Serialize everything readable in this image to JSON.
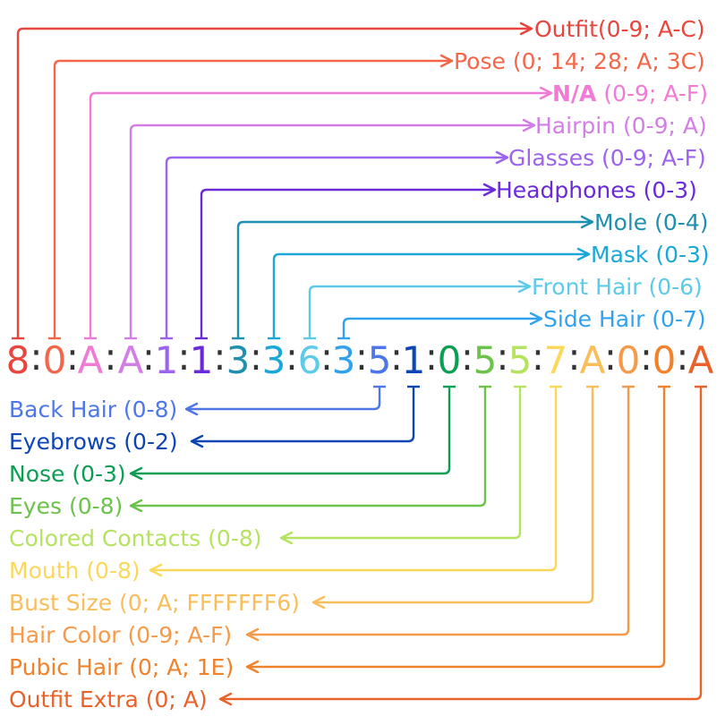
{
  "code": {
    "separator": ":",
    "characters": [
      "8",
      "0",
      "A",
      "A",
      "1",
      "1",
      "3",
      "3",
      "6",
      "3",
      "5",
      "1",
      "0",
      "5",
      "5",
      "7",
      "A",
      "0",
      "0",
      "A"
    ]
  },
  "top_labels": [
    {
      "bold": "",
      "text": "Outfit(0-9; A-C)",
      "color": "#e8453c",
      "char_index": 0
    },
    {
      "bold": "",
      "text": "Pose (0; 14; 28; A; 3C)",
      "color": "#f4664a",
      "char_index": 1
    },
    {
      "bold": "N/A",
      "text": " (0-9; A-F)",
      "color": "#f07ad5",
      "char_index": 2
    },
    {
      "bold": "",
      "text": "Hairpin (0-9; A)",
      "color": "#d37ee6",
      "char_index": 3
    },
    {
      "bold": "",
      "text": "Glasses (0-9; A-F)",
      "color": "#9d63ec",
      "char_index": 4
    },
    {
      "bold": "",
      "text": "Headphones (0-3)",
      "color": "#6a2ad9",
      "char_index": 5
    },
    {
      "bold": "",
      "text": "Mole (0-4)",
      "color": "#1f8fb0",
      "char_index": 6
    },
    {
      "bold": "",
      "text": "Mask (0-3)",
      "color": "#1ba7d8",
      "char_index": 7
    },
    {
      "bold": "",
      "text": "Front Hair (0-6)",
      "color": "#5ccbea",
      "char_index": 8
    },
    {
      "bold": "",
      "text": "Side Hair (0-7)",
      "color": "#31a3ee",
      "char_index": 9
    }
  ],
  "bottom_labels": [
    {
      "text": "Back Hair (0-8)",
      "color": "#4d77e6",
      "char_index": 10
    },
    {
      "text": "Eyebrows (0-2)",
      "color": "#0d45b5",
      "char_index": 11
    },
    {
      "text": "Nose (0-3)",
      "color": "#0c9e53",
      "char_index": 12
    },
    {
      "text": "Eyes (0-8)",
      "color": "#6cc24a",
      "char_index": 13
    },
    {
      "text": "Colored Contacts (0-8)",
      "color": "#b6e35f",
      "char_index": 14
    },
    {
      "text": "Mouth (0-8)",
      "color": "#fbd85a",
      "char_index": 15
    },
    {
      "text": "Bust Size (0; A; FFFFFFF6)",
      "color": "#f9bd5a",
      "char_index": 16
    },
    {
      "text": "Hair Color (0-9; A-F)",
      "color": "#f59a4a",
      "char_index": 17
    },
    {
      "text": "Pubic Hair (0; A; 1E)",
      "color": "#f0822b",
      "char_index": 18
    },
    {
      "text": "Outfit Extra (0; A)",
      "color": "#e9622a",
      "char_index": 19
    }
  ],
  "char_colors": [
    "#e8453c",
    "#f4664a",
    "#f07ad5",
    "#d37ee6",
    "#9d63ec",
    "#6a2ad9",
    "#1f8fb0",
    "#1ba7d8",
    "#5ccbea",
    "#31a3ee",
    "#4d77e6",
    "#0d45b5",
    "#0c9e53",
    "#6cc24a",
    "#b6e35f",
    "#fbd85a",
    "#f9bd5a",
    "#f59a4a",
    "#f0822b",
    "#e9622a"
  ],
  "separator_color": "#333333"
}
